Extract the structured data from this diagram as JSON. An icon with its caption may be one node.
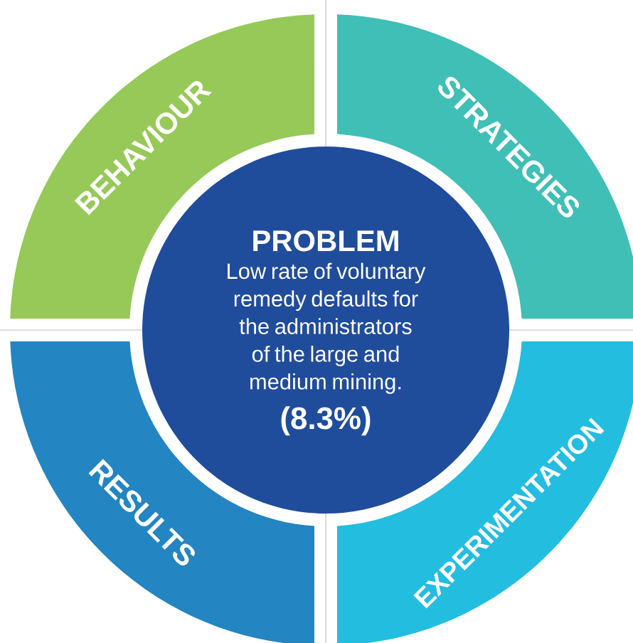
{
  "diagram": {
    "nodes": [
      {
        "text": [
          "BEHAVIOUR"
        ]
      },
      {
        "text": [
          "STRATEGIES"
        ]
      },
      {
        "text": [
          "PROBLEM",
          "Low rate of voluntary remedy defaults for the administrators of the large and medium mining.",
          "(8.3%)"
        ]
      },
      {
        "text": [
          "RESULTS"
        ]
      },
      {
        "text": [
          "EXPERIMENTATION"
        ]
      }
    ]
  }
}
